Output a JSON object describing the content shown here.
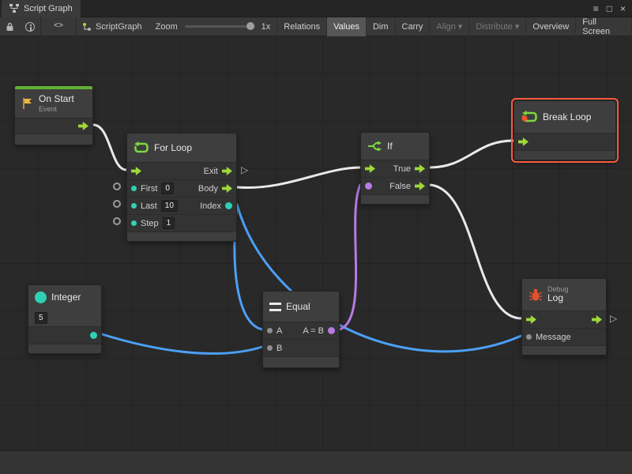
{
  "titlebar": {
    "tab": "Script Graph",
    "menu_icon": "≡",
    "maximize_icon": "□",
    "close_icon": "×"
  },
  "toolbar": {
    "code_icon": "<>",
    "graph_name": "ScriptGraph",
    "zoom_label": "Zoom",
    "zoom_value": "1x",
    "relations": "Relations",
    "values": "Values",
    "dim": "Dim",
    "carry": "Carry",
    "align": "Align",
    "distribute": "Distribute",
    "overview": "Overview",
    "full_screen": "Full Screen",
    "dropdown_arrow": "▾"
  },
  "icons": {
    "hollow_triangle": "▷"
  },
  "nodes": {
    "on_start": {
      "title": "On Start",
      "subtitle": "Event"
    },
    "for_loop": {
      "title": "For Loop",
      "exit_label": "Exit",
      "body_label": "Body",
      "index_label": "Index",
      "first_label": "First",
      "last_label": "Last",
      "step_label": "Step",
      "first_value": "0",
      "last_value": "10",
      "step_value": "1"
    },
    "if_node": {
      "title": "If",
      "true_label": "True",
      "false_label": "False"
    },
    "break_loop": {
      "title": "Break Loop"
    },
    "integer": {
      "title": "Integer",
      "value": "5"
    },
    "equal": {
      "title": "Equal",
      "a_label": "A",
      "b_label": "B",
      "result_label": "A = B"
    },
    "debug_log": {
      "subtitle": "Debug",
      "title": "Log",
      "message_label": "Message"
    }
  },
  "colors": {
    "flow_green": "#9dd93b",
    "event_green": "#60b231",
    "value_teal": "#2fd1b5",
    "value_purple": "#b77ae2",
    "port_gray": "#8f8f8f",
    "wire_white": "#e9e9e9",
    "wire_blue": "#4ba0f5",
    "selection_orange": "#fa5a3c"
  }
}
